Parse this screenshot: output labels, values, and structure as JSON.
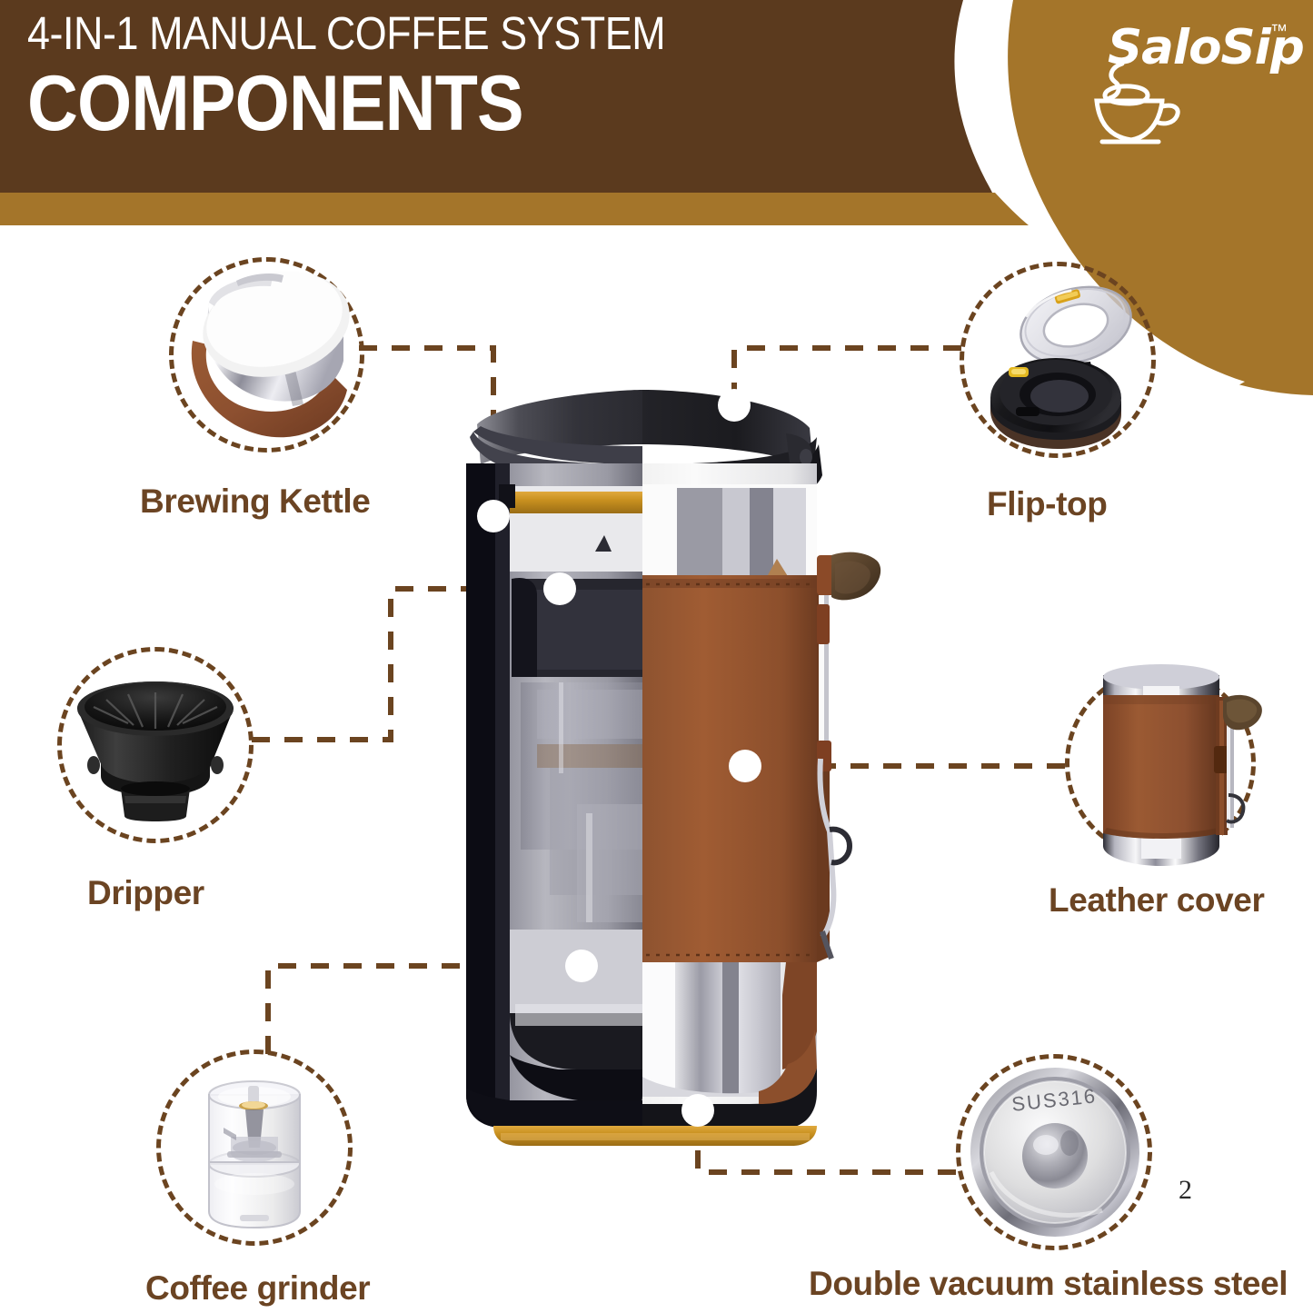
{
  "header": {
    "eyebrow": "4-IN-1 MANUAL COFFEE SYSTEM",
    "title": "COMPONENTS",
    "band_dark": "#5b3a1e",
    "band_gold": "#a4752a"
  },
  "brand": {
    "wordmark": "SaloSip",
    "trademark": "™",
    "icon": "coffee-cup-icon"
  },
  "theme": {
    "label_text": "#6b4423",
    "dashed_stroke": "#6b4420",
    "background": "#ffffff",
    "leather": "#96552f",
    "gold_accent": "#c8901f"
  },
  "callouts": [
    {
      "id": "brewing-kettle",
      "label": "Brewing Kettle",
      "thumb": "brewing-kettle-thumbnail"
    },
    {
      "id": "dripper",
      "label": "Dripper",
      "thumb": "dripper-thumbnail"
    },
    {
      "id": "coffee-grinder",
      "label": "Coffee grinder",
      "thumb": "coffee-grinder-thumbnail"
    },
    {
      "id": "flip-top",
      "label": "Flip-top",
      "thumb": "flip-top-thumbnail"
    },
    {
      "id": "leather-cover",
      "label": "Leather cover",
      "thumb": "leather-cover-thumbnail"
    },
    {
      "id": "double-vacuum-stainless-steel",
      "label": "Double vacuum stainless steel",
      "thumb": "vacuum-base-thumbnail",
      "engraving": "SUS316"
    }
  ],
  "product": {
    "name": "coffee-system-cutaway",
    "hotspots": [
      "hotspot-brewing-kettle",
      "hotspot-flip-top",
      "hotspot-dripper",
      "hotspot-leather-cover",
      "hotspot-coffee-grinder",
      "hotspot-vacuum-base"
    ]
  },
  "footer": {
    "page_number": "2"
  }
}
